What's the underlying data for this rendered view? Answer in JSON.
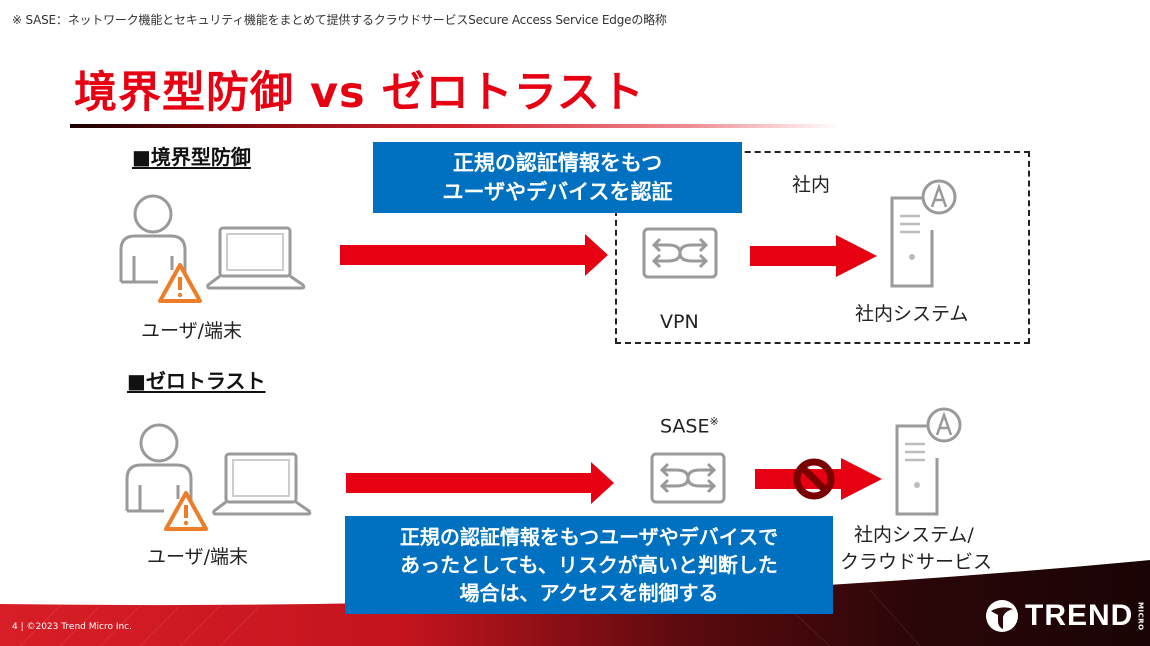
{
  "footnote": "※ SASE：ネットワーク機能とセキュリティ機能をまとめて提供するクラウドサービスSecure Access Service Edgeの略称",
  "title": "境界型防御 vs ゼロトラスト",
  "perimeter": {
    "heading": "■境界型防御",
    "user_label": "ユーザ/端末",
    "auth_note_lines": [
      "正規の認証情報をもつ",
      "ユーザやデバイスを認証"
    ],
    "zone_label": "社内",
    "gateway_label": "VPN",
    "target_label": "社内システム"
  },
  "zero_trust": {
    "heading": "■ゼロトラスト",
    "user_label": "ユーザ/端末",
    "gateway_label": "SASE",
    "gateway_note_mark": "※",
    "target_label_lines": [
      "社内システム/",
      "クラウドサービス"
    ],
    "control_note_lines": [
      "正規の認証情報をもつユーザやデバイスで",
      "あったとしても、リスクが高いと判断した",
      "場合は、アクセスを制御する"
    ]
  },
  "icons": {
    "user": "user-icon",
    "warning": "warning-triangle-icon",
    "laptop": "laptop-icon",
    "gateway": "network-switch-icon",
    "server": "server-icon",
    "app_badge": "app-a-icon",
    "arrow": "right-arrow-icon",
    "blocked": "prohibited-icon"
  },
  "colors": {
    "accent_red": "#e60012",
    "box_blue": "#0070c0",
    "icon_gray": "#9a9a9a",
    "warning_orange": "#ee7d2a",
    "blocked_maroon": "#7a0000"
  },
  "footer": {
    "copyright": "4 | ©2023 Trend Micro Inc.",
    "logo_text": "TREND",
    "logo_sub": "MICRO"
  }
}
